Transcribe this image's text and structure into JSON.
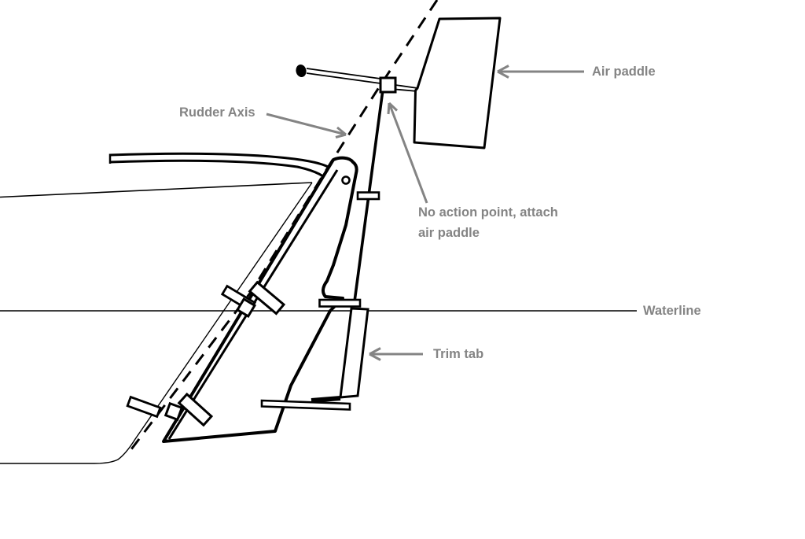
{
  "diagram": {
    "type": "technical-line-drawing",
    "subject": "trim-tab wind-vane self-steering gear on a transom-hung rudder (side view)",
    "labels": {
      "rudder_axis": "Rudder Axis",
      "air_paddle": "Air paddle",
      "no_action_line1": "No action point, attach",
      "no_action_line2": "air paddle",
      "waterline": "Waterline",
      "trim_tab": "Trim tab"
    },
    "colors": {
      "background": "#ffffff",
      "drawing_lines": "#000000",
      "annotation_text": "#848484",
      "annotation_arrows": "#848484",
      "hull_sheer_line": "#8c8c8c"
    }
  }
}
